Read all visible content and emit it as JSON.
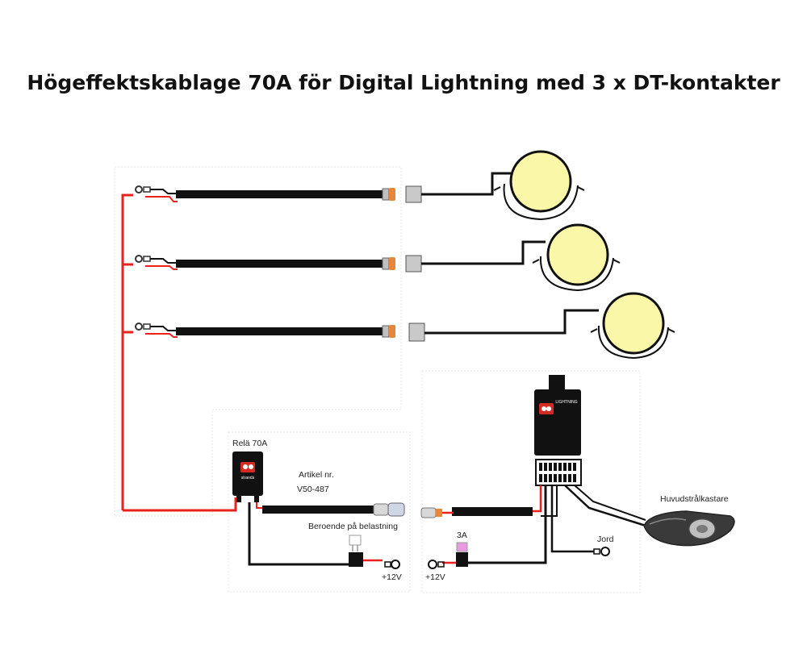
{
  "title": "Högeffektskablage 70A för Digital Lightning med 3 x DT-kontakter",
  "labels": {
    "relay": "Relä 70A",
    "article_label": "Artikel nr.",
    "article_number": "V50-487",
    "fuse_note": "Beroende på belastning",
    "plus12_left": "+12V",
    "fuse_3a": "3A",
    "jord": "Jord",
    "plus12_right": "+12V",
    "headlight": "Huvudstrålkastare",
    "controller_brand": "LIGHTNING",
    "relay_brand": "strands"
  },
  "lamp_count": 3,
  "colors": {
    "wire_red": "#e8231f",
    "wire_black": "#111111",
    "lamp_face": "#fbf7a8",
    "connector_orange": "#e8873a",
    "connector_gray": "#b8b8b8",
    "brand_red": "#d42a22",
    "fuse_pink": "#e89ae0"
  }
}
